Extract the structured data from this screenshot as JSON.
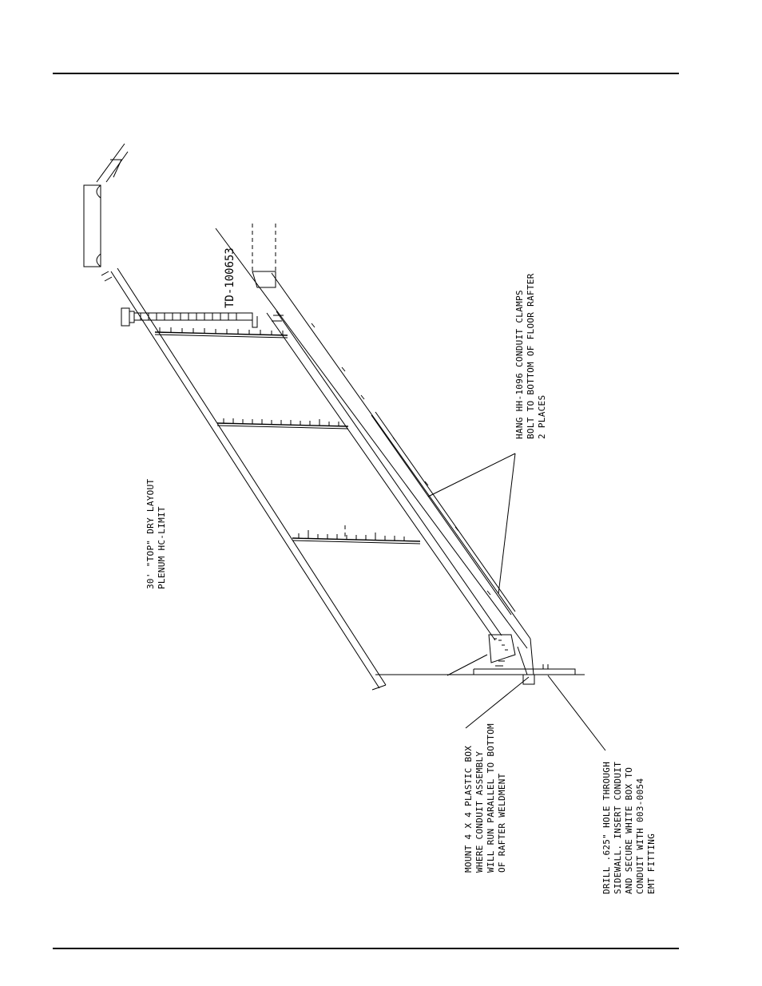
{
  "drawing": {
    "title_note": [
      "30' \"TOP\" DRY LAYOUT",
      "PLENUM HC-LIMIT"
    ],
    "part_number": "TD-100653",
    "clamp_note": [
      "HANG HH-1096 CONDUIT CLAMPS",
      "BOLT TO BOTTOM OF FLOOR RAFTER",
      "2 PLACES"
    ],
    "box_note": [
      "MOUNT 4 X 4 PLASTIC BOX",
      "WHERE CONDUIT ASSEMBLY",
      "WILL RUN PARALLEL TO BOTTOM",
      "OF RAFTER WELDMENT"
    ],
    "drill_note": [
      "DRILL .625\" HOLE THROUGH",
      "SIDEWALL. INSERT CONDUIT",
      "AND SECURE WHITE BOX TO",
      "CONDUIT WITH 003-0054",
      "EMT FITTING"
    ]
  }
}
